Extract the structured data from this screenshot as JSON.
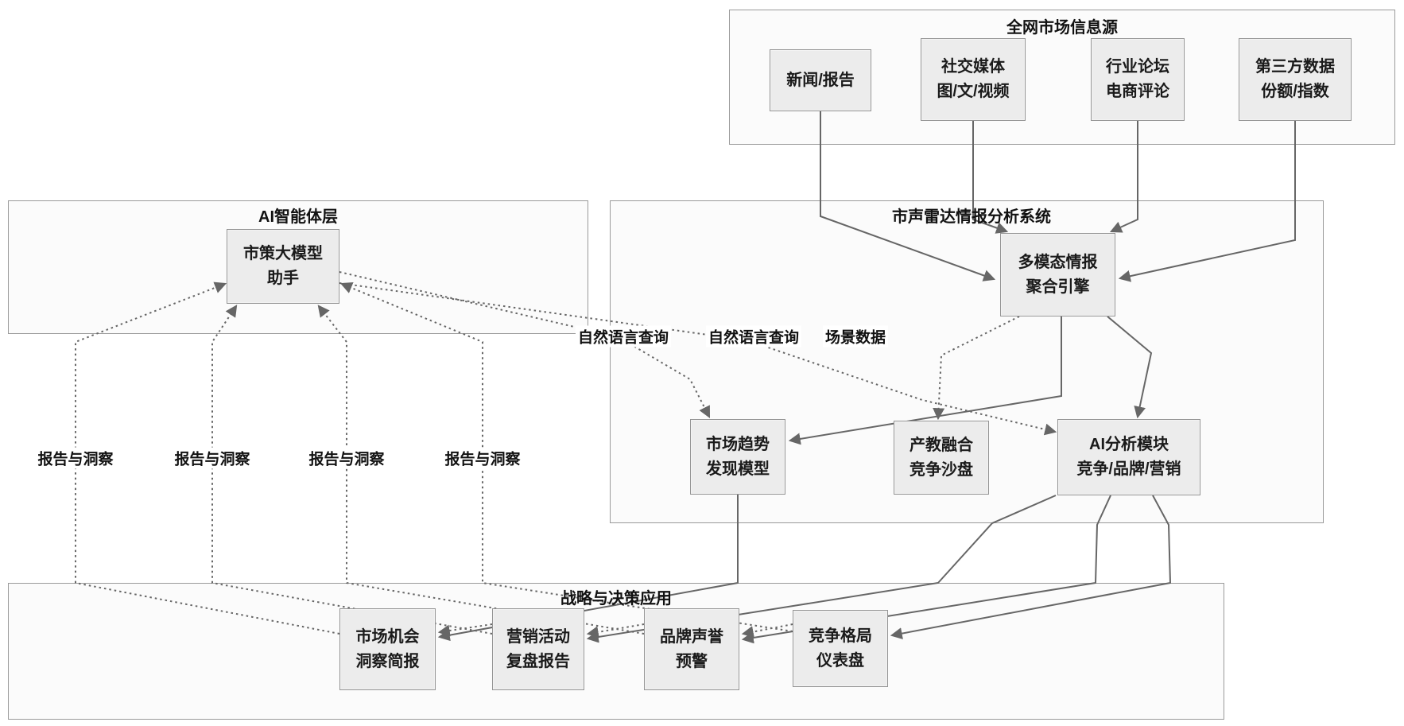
{
  "diagram": {
    "groups": {
      "market_sources": {
        "title": "全网市场信息源"
      },
      "ai_agent_layer": {
        "title": "AI智能体层"
      },
      "radar_system": {
        "title": "市声雷达情报分析系统"
      },
      "strategy_apps": {
        "title": "战略与决策应用"
      }
    },
    "nodes": {
      "news": {
        "lines": [
          "新闻/报告"
        ]
      },
      "social": {
        "lines": [
          "社交媒体",
          "图/文/视频"
        ]
      },
      "forum": {
        "lines": [
          "行业论坛",
          "电商评论"
        ]
      },
      "third_party": {
        "lines": [
          "第三方数据",
          "份额/指数"
        ]
      },
      "assistant": {
        "lines": [
          "市策大模型",
          "助手"
        ]
      },
      "engine": {
        "lines": [
          "多模态情报",
          "聚合引擎"
        ]
      },
      "trend": {
        "lines": [
          "市场趋势",
          "发现模型"
        ]
      },
      "sandbox": {
        "lines": [
          "产教融合",
          "竞争沙盘"
        ]
      },
      "analysis": {
        "lines": [
          "AI分析模块",
          "竞争/品牌/营销"
        ]
      },
      "brief": {
        "lines": [
          "市场机会",
          "洞察简报"
        ]
      },
      "review": {
        "lines": [
          "营销活动",
          "复盘报告"
        ]
      },
      "alert": {
        "lines": [
          "品牌声誉",
          "预警"
        ]
      },
      "dashboard": {
        "lines": [
          "竞争格局",
          "仪表盘"
        ]
      }
    },
    "edge_labels": {
      "nl_query_1": "自然语言查询",
      "nl_query_2": "自然语言查询",
      "scene_data": "场景数据",
      "report_insight_1": "报告与洞察",
      "report_insight_2": "报告与洞察",
      "report_insight_3": "报告与洞察",
      "report_insight_4": "报告与洞察"
    },
    "colors": {
      "node_fill": "#ececec",
      "node_border": "#949494",
      "container_border": "#9a9a9a",
      "container_fill": "#fbfbfb",
      "line": "#666666"
    }
  }
}
